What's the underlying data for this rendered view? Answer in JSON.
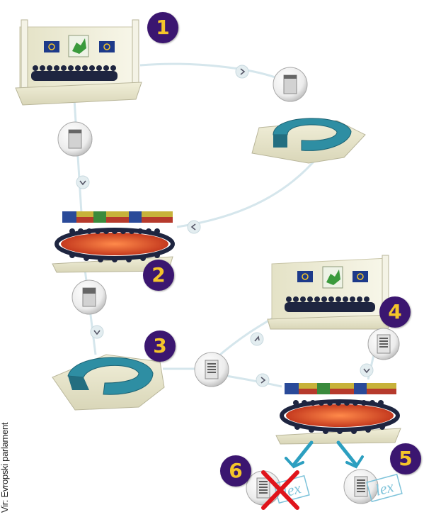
{
  "steps": [
    {
      "number": "1"
    },
    {
      "number": "2"
    },
    {
      "number": "3"
    },
    {
      "number": "4"
    },
    {
      "number": "5"
    },
    {
      "number": "6"
    }
  ],
  "credit": "Vir: Evropski parlament",
  "lex_label": "lex",
  "colors": {
    "badge_bg": "#3b1670",
    "badge_text": "#f4c52a",
    "connector": "#d5e6ec",
    "teal": "#2e8ea3",
    "platform": "#e9e7cf",
    "reject": "#e0141b"
  }
}
